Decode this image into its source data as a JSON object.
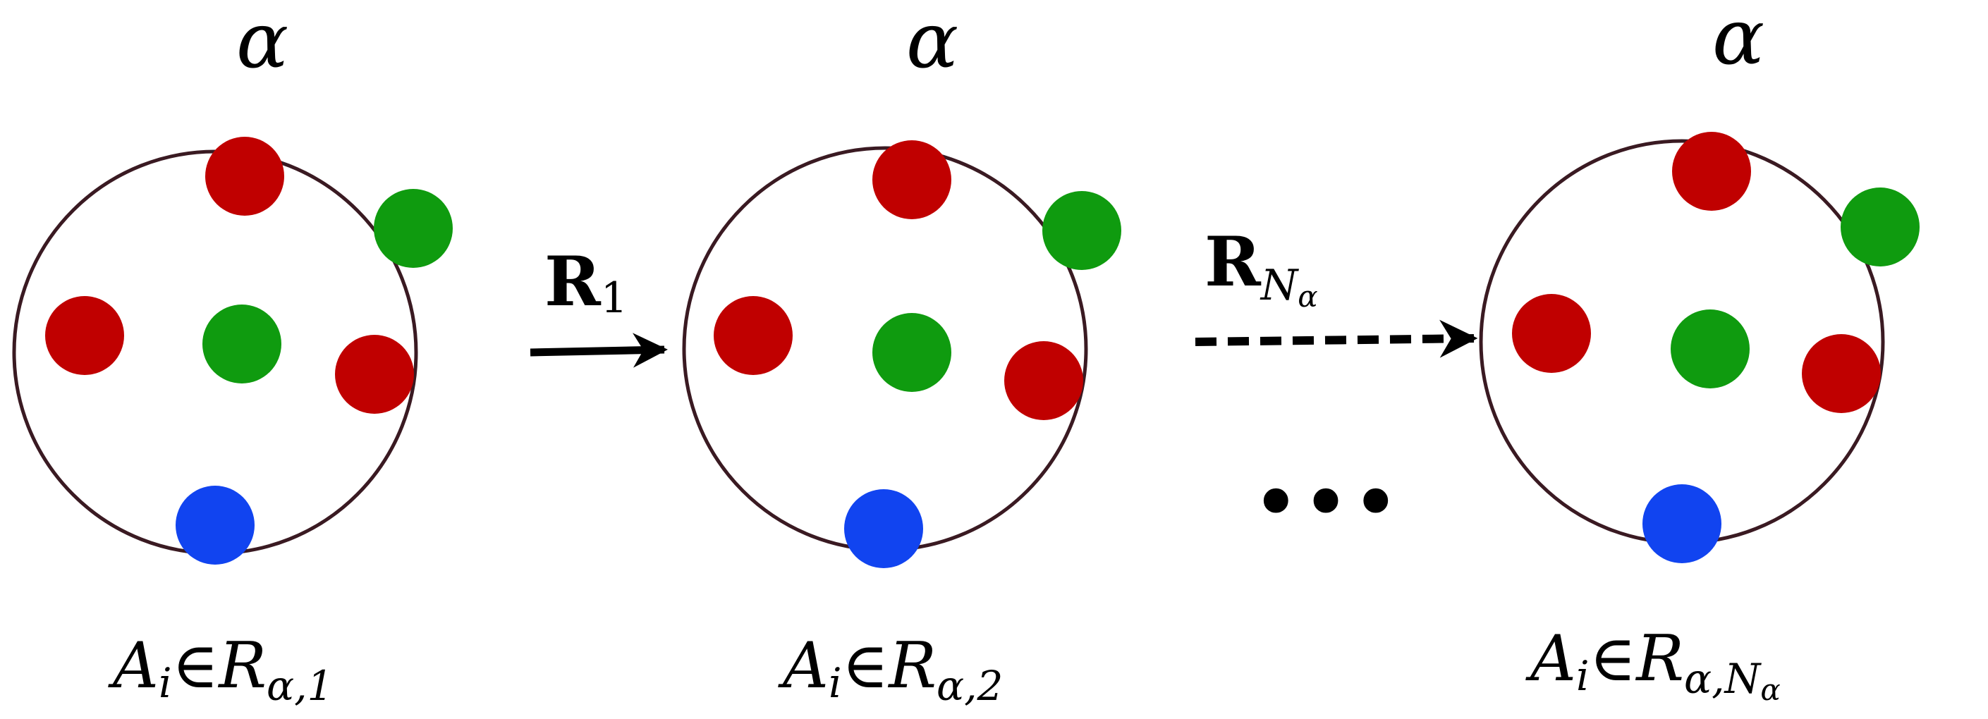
{
  "colors": {
    "ring": "#3a1a22",
    "red": "#c00000",
    "green": "#0f9b0f",
    "blue": "#1144f0",
    "ink": "#000000"
  },
  "sets": [
    {
      "top_label": "α",
      "bottom_label": {
        "main": "A",
        "sub_i": "i",
        "elem": "∈",
        "R": "R",
        "sub": "α,1"
      },
      "dots": [
        {
          "color": "red"
        },
        {
          "color": "green"
        },
        {
          "color": "red"
        },
        {
          "color": "green"
        },
        {
          "color": "red"
        },
        {
          "color": "blue"
        }
      ]
    },
    {
      "top_label": "α",
      "bottom_label": {
        "main": "A",
        "sub_i": "i",
        "elem": "∈",
        "R": "R",
        "sub": "α,2"
      },
      "dots": [
        {
          "color": "red"
        },
        {
          "color": "green"
        },
        {
          "color": "red"
        },
        {
          "color": "green"
        },
        {
          "color": "red"
        },
        {
          "color": "blue"
        }
      ]
    },
    {
      "top_label": "α",
      "bottom_label": {
        "main": "A",
        "sub_i": "i",
        "elem": "∈",
        "R": "R",
        "sub": "α,N",
        "sub2": "α"
      },
      "dots": [
        {
          "color": "red"
        },
        {
          "color": "green"
        },
        {
          "color": "red"
        },
        {
          "color": "green"
        },
        {
          "color": "red"
        },
        {
          "color": "blue"
        }
      ]
    }
  ],
  "arrows": [
    {
      "label_main": "R",
      "label_sub": "1",
      "style": "solid"
    },
    {
      "label_main": "R",
      "label_sub": "N",
      "label_sub2": "α",
      "style": "dashed"
    }
  ],
  "ellipsis": "•••"
}
